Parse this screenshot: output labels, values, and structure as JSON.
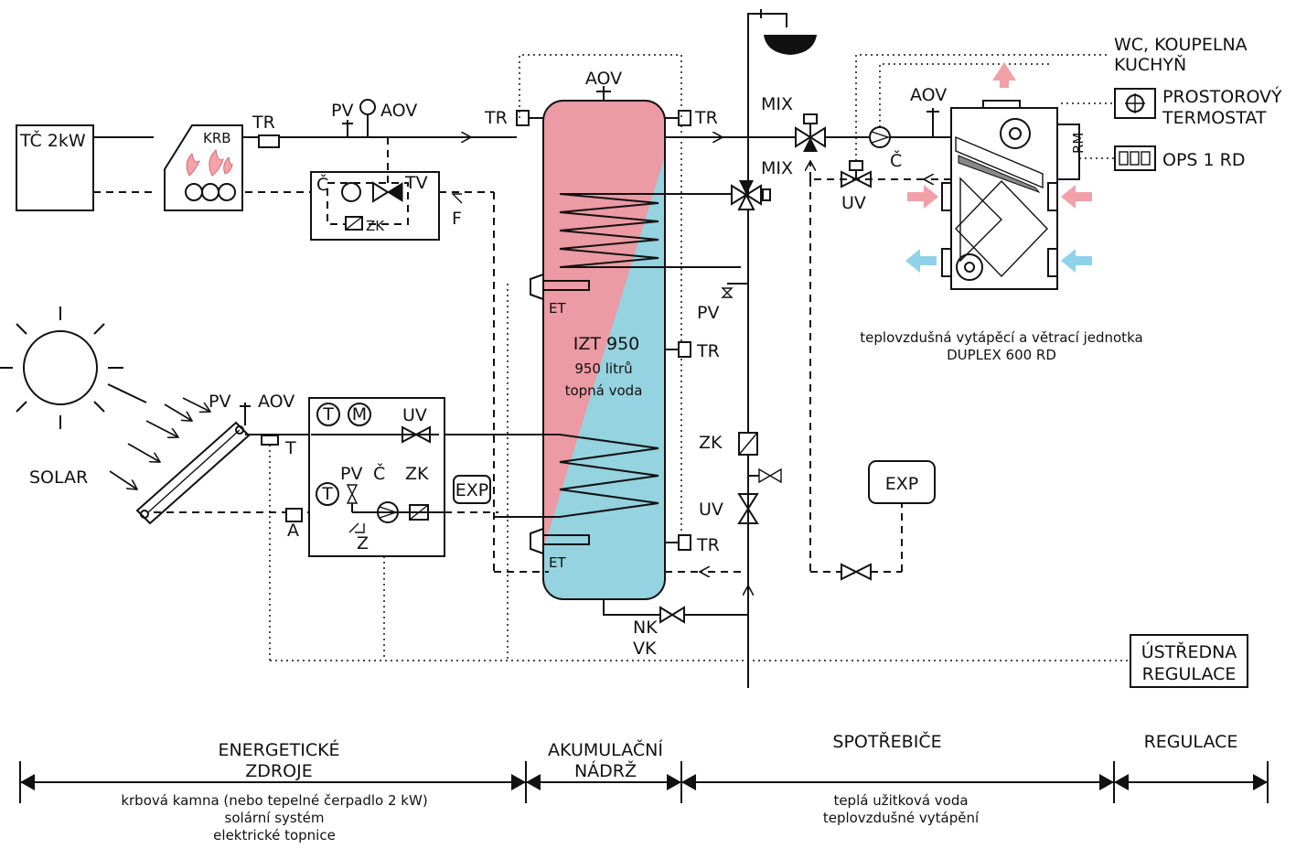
{
  "colors": {
    "hot": "#ec9aa3",
    "cold": "#94d3df",
    "arrow_hot": "#f2a0a8",
    "arrow_cold": "#8fd2e8"
  },
  "labels": {
    "tc": "TČ 2kW",
    "krb": "KRB",
    "tr": "TR",
    "pv": "PV",
    "aov": "AOV",
    "c": "Č",
    "tv": "TV",
    "zk": "ZK",
    "f": "F",
    "mix": "MIX",
    "uv": "UV",
    "et": "ET",
    "rm": "RM",
    "t": "T",
    "m": "M",
    "a": "A",
    "z": "Z",
    "exp": "EXP",
    "solar": "SOLAR",
    "nk": "NK",
    "vk": "VK",
    "tank_name": "IZT 950",
    "tank_volume": "950 litrů",
    "tank_medium": "topná voda",
    "wc_line1": "WC, KOUPELNA",
    "wc_line2": "KUCHYŇ",
    "thermostat_line1": "PROSTOROVÝ",
    "thermostat_line2": "TERMOSTAT",
    "ops": "OPS 1 RD",
    "duplex_line1": "teplovzdušná vytápěcí a větrací jednotka",
    "duplex_line2": "DUPLEX 600 RD",
    "central_line1": "ÚSTŘEDNA",
    "central_line2": "REGULACE"
  },
  "sections": [
    {
      "title1": "ENERGETICKÉ",
      "title2": "ZDROJE",
      "desc": [
        "krbová kamna (nebo tepelné čerpadlo 2 kW)",
        "solární systém",
        "elektrické topnice"
      ]
    },
    {
      "title1": "AKUMULAČNÍ",
      "title2": "NÁDRŽ",
      "desc": []
    },
    {
      "title1": "SPOTŘEBIČE",
      "title2": "",
      "desc": [
        "teplá užitková voda",
        "teplovzdušné vytápění"
      ]
    },
    {
      "title1": "REGULACE",
      "title2": "",
      "desc": []
    }
  ]
}
